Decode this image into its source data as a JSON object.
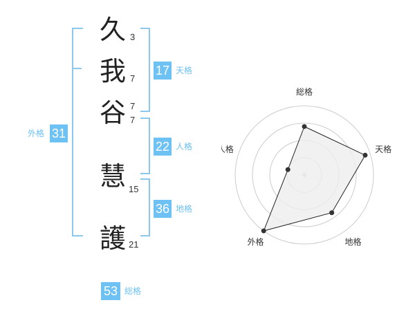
{
  "name": {
    "chars": [
      {
        "char": "久",
        "strokes": "3"
      },
      {
        "char": "我",
        "strokes": "7"
      },
      {
        "char": "谷",
        "strokes": "7"
      },
      {
        "char": "慧",
        "strokes": "15"
      },
      {
        "char": "護",
        "strokes": "21"
      }
    ],
    "kanji_display": [
      "久",
      "我",
      "谷",
      "慧",
      "護"
    ],
    "surname_extra_strokes": "7"
  },
  "fortune": {
    "tenkaku": {
      "value": "17",
      "label": "天格"
    },
    "jinkaku": {
      "value": "22",
      "label": "人格"
    },
    "chikaku": {
      "value": "36",
      "label": "地格"
    },
    "gaikaku": {
      "value": "31",
      "label": "外格"
    },
    "soukaku": {
      "value": "53",
      "label": "総格"
    }
  },
  "colors": {
    "accent": "#6ec1f3",
    "bracket": "#8cc8ee",
    "radar_fill": "#eeeeee"
  },
  "chart_data": {
    "type": "radar",
    "axes": [
      "総格",
      "天格",
      "地格",
      "外格",
      "人格"
    ],
    "levels": 4,
    "values": [
      2.8,
      3.7,
      2.7,
      4.0,
      1.0
    ],
    "max": 4
  }
}
